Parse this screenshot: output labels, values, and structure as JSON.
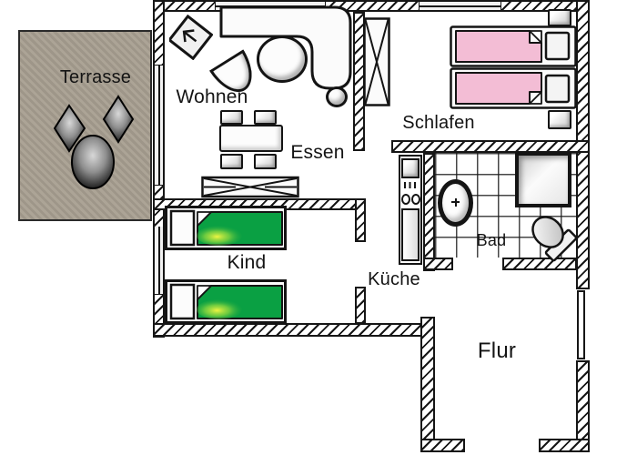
{
  "labels": {
    "terrasse": "Terrasse",
    "wohnen": "Wohnen",
    "essen": "Essen",
    "schlafen": "Schlafen",
    "kind": "Kind",
    "kueche": "Küche",
    "bad": "Bad",
    "flur": "Flur"
  },
  "colors": {
    "wall_line": "#161616",
    "terrace_grey": "#a79e90",
    "bed_pink": "#f3bdd5",
    "bed_green": "#0aa043",
    "bed_green_glow": "#eef542",
    "background": "#ffffff"
  },
  "furniture_icons": {
    "terrasse": [
      "garden-chair-icon",
      "garden-chair-icon",
      "garden-table-icon"
    ],
    "wohnen": [
      "corner-armchair-icon",
      "corner-sofa-icon",
      "coffee-table-icon",
      "stool-icon",
      "half-round-chair-icon"
    ],
    "essen": [
      "dining-table-icon",
      "chair-icon",
      "chair-icon",
      "chair-icon",
      "chair-icon",
      "sideboard-icon"
    ],
    "schlafen": [
      "wardrobe-icon",
      "single-bed-icon",
      "single-bed-icon",
      "nightstand-icon",
      "nightstand-icon"
    ],
    "kind": [
      "single-bed-icon",
      "single-bed-icon"
    ],
    "kueche": [
      "kitchen-unit-icon",
      "stove-icon"
    ],
    "bad": [
      "washbasin-icon",
      "shower-icon",
      "toilet-icon"
    ],
    "flur": [
      "entrance-door-icon"
    ]
  }
}
